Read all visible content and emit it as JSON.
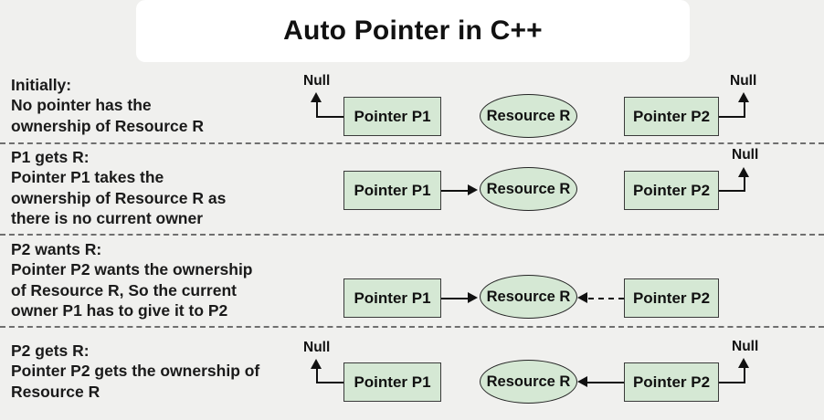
{
  "title": "Auto Pointer in C++",
  "labels": {
    "p1": "Pointer P1",
    "resource": "Resource R",
    "p2": "Pointer P2",
    "null": "Null"
  },
  "colors": {
    "background": "#f0f0ee",
    "title_bg": "#ffffff",
    "node_fill": "#d5e8d4",
    "node_border": "#3a3a3a",
    "line": "#111111",
    "separator": "#6f6f6f",
    "text": "#1a1a1a"
  },
  "rows": [
    {
      "heading": "Initially:",
      "lines": [
        "No pointer has the",
        "ownership of Resource R"
      ],
      "p1_points_to": "null",
      "p2_points_to": "null",
      "p2_arrow_style": "solid"
    },
    {
      "heading": "P1 gets R:",
      "lines": [
        "Pointer P1 takes the",
        "ownership of Resource R as",
        "there is no current owner"
      ],
      "p1_points_to": "resource",
      "p2_points_to": "null",
      "p2_arrow_style": "solid"
    },
    {
      "heading": "P2 wants R:",
      "lines": [
        "Pointer P2 wants the ownership",
        "of Resource R, So the current",
        "owner P1 has to give it to P2"
      ],
      "p1_points_to": "resource",
      "p2_points_to": "resource",
      "p2_arrow_style": "dashed"
    },
    {
      "heading": "P2 gets R:",
      "lines": [
        "Pointer P2 gets the ownership of",
        "Resource R"
      ],
      "p1_points_to": "null",
      "p2_points_to": "resource",
      "p2_arrow_style": "solid"
    }
  ]
}
